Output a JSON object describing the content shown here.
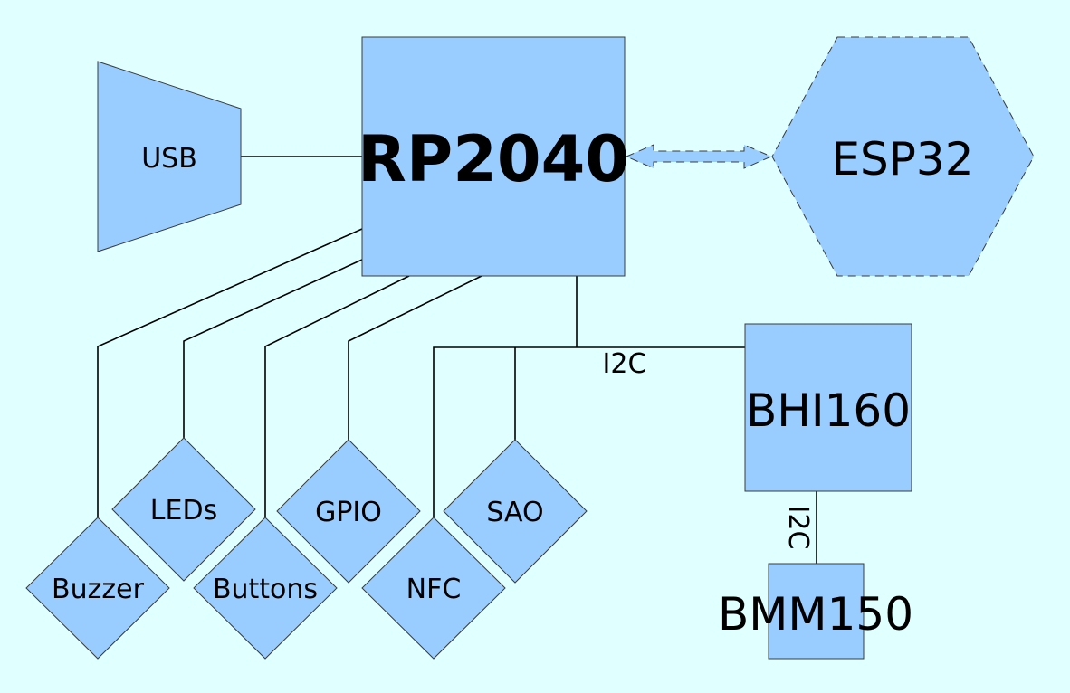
{
  "blocks": {
    "usb": "USB",
    "mcu": "RP2040",
    "wifi": "ESP32",
    "sensor_hub": "BHI160",
    "magnetometer": "BMM150"
  },
  "peripherals": {
    "buzzer": "Buzzer",
    "leds": "LEDs",
    "buttons": "Buttons",
    "gpio": "GPIO",
    "nfc": "NFC",
    "sao": "SAO"
  },
  "buses": {
    "main_i2c": "I2C",
    "sensor_i2c": "I2C"
  },
  "colors": {
    "background": "#e0ffff",
    "block_fill": "#99ccff",
    "line": "#000000"
  }
}
